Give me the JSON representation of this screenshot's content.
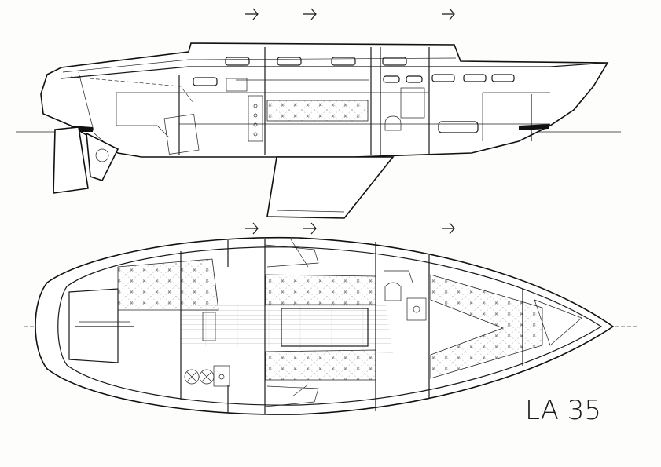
{
  "drawing": {
    "model_label": "LA 35",
    "views": [
      "profile-section",
      "accommodation-plan"
    ]
  }
}
